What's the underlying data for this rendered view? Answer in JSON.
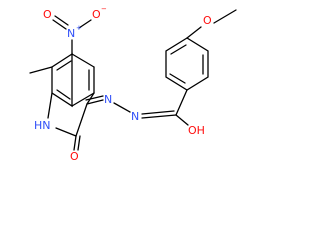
{
  "molecule": {
    "colors": {
      "bond": "#000000",
      "oxygen": "#ff0d0d",
      "nitrogen": "#3050f8",
      "carbon_hydrogen": "#000000"
    },
    "labels": {
      "methoxy_o": "O",
      "nitro_o_left": "O",
      "nitro_n": "N",
      "nitro_o_right": "O",
      "nitro_n_charge": "+",
      "nitro_o_charge": "−",
      "azo_n1": "N",
      "azo_n2": "N",
      "amide_oh": "OH",
      "ring_nh": "HN",
      "carbonyl_o": "O"
    }
  }
}
